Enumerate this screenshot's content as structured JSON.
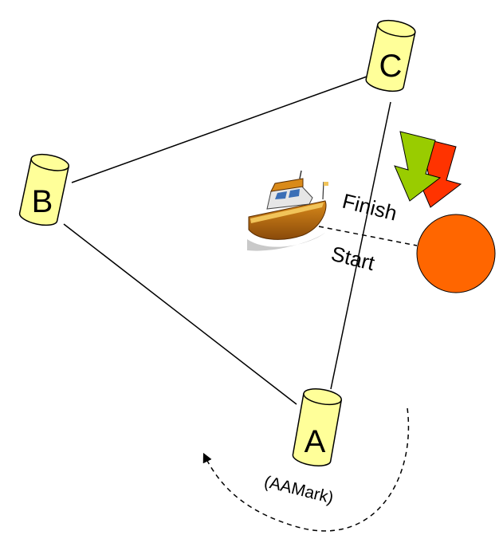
{
  "marks": {
    "a": {
      "label": "A",
      "sub_label": "(AAMark)"
    },
    "b": {
      "label": "B"
    },
    "c": {
      "label": "C"
    }
  },
  "line_labels": {
    "finish": "Finish",
    "start": "Start"
  },
  "colors": {
    "buoy_fill": "#ffff99",
    "committee_boat": "#ff6600",
    "arrow_front": "#99cc00",
    "arrow_back": "#ff3300"
  },
  "icons": {
    "boat": "motorboat-icon",
    "wind_arrows": "wind-direction-arrows-icon",
    "rounding_arrow": "rounding-direction-arrow-icon"
  }
}
